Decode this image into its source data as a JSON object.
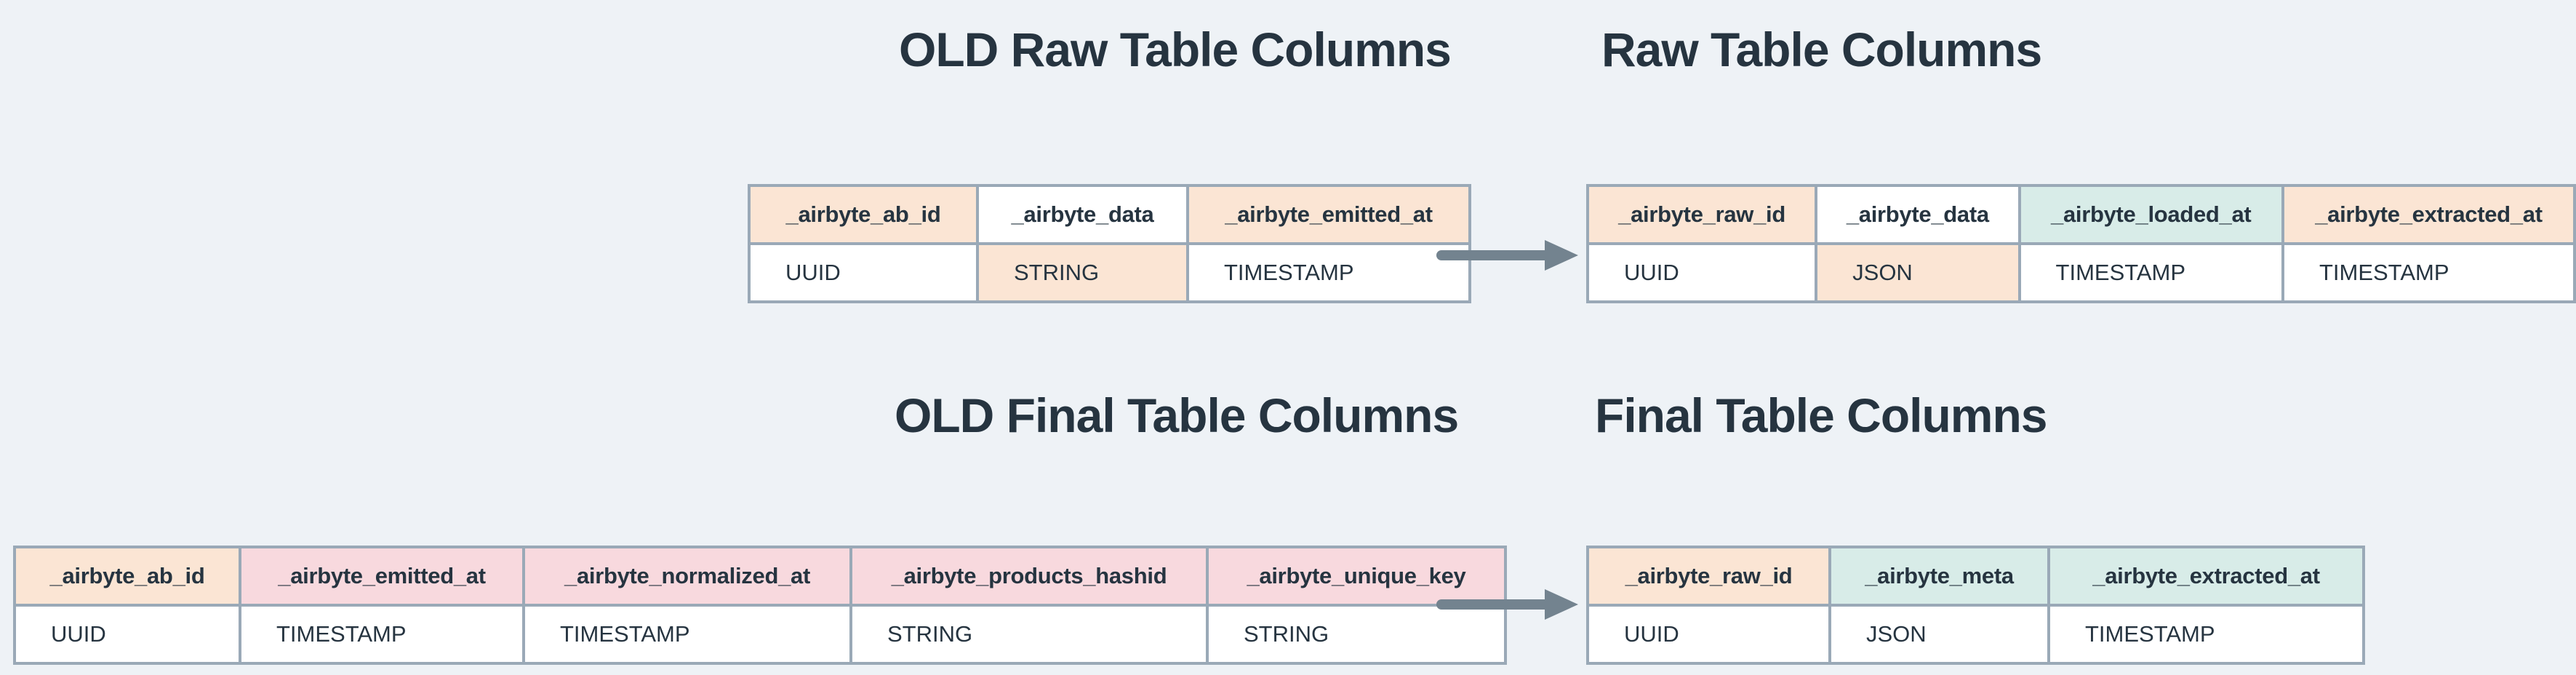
{
  "palette": {
    "background": "#eef2f6",
    "border": "#9aa9b7",
    "text": "#263440",
    "arrow": "#73838f",
    "peach": "#fbe5d4",
    "pink": "#f8d9de",
    "teal": "#d8ece8",
    "white": "#ffffff"
  },
  "titles": {
    "old_raw": "OLD Raw Table Columns",
    "raw": "Raw Table Columns",
    "old_final": "OLD Final Table Columns",
    "final": "Final Table Columns"
  },
  "tables": {
    "old_raw": {
      "columns": [
        {
          "name": "_airbyte_ab_id",
          "type": "UUID",
          "name_bg": "peach",
          "type_bg": "white"
        },
        {
          "name": "_airbyte_data",
          "type": "STRING",
          "name_bg": "white",
          "type_bg": "peach"
        },
        {
          "name": "_airbyte_emitted_at",
          "type": "TIMESTAMP",
          "name_bg": "peach",
          "type_bg": "white"
        }
      ]
    },
    "raw": {
      "columns": [
        {
          "name": "_airbyte_raw_id",
          "type": "UUID",
          "name_bg": "peach",
          "type_bg": "white"
        },
        {
          "name": "_airbyte_data",
          "type": "JSON",
          "name_bg": "white",
          "type_bg": "peach"
        },
        {
          "name": "_airbyte_loaded_at",
          "type": "TIMESTAMP",
          "name_bg": "teal",
          "type_bg": "white"
        },
        {
          "name": "_airbyte_extracted_at",
          "type": "TIMESTAMP",
          "name_bg": "peach",
          "type_bg": "white"
        }
      ]
    },
    "old_final": {
      "columns": [
        {
          "name": "_airbyte_ab_id",
          "type": "UUID",
          "name_bg": "peach",
          "type_bg": "white"
        },
        {
          "name": "_airbyte_emitted_at",
          "type": "TIMESTAMP",
          "name_bg": "pink",
          "type_bg": "white"
        },
        {
          "name": "_airbyte_normalized_at",
          "type": "TIMESTAMP",
          "name_bg": "pink",
          "type_bg": "white"
        },
        {
          "name": "_airbyte_products_hashid",
          "type": "STRING",
          "name_bg": "pink",
          "type_bg": "white"
        },
        {
          "name": "_airbyte_unique_key",
          "type": "STRING",
          "name_bg": "pink",
          "type_bg": "white"
        }
      ]
    },
    "final": {
      "columns": [
        {
          "name": "_airbyte_raw_id",
          "type": "UUID",
          "name_bg": "peach",
          "type_bg": "white"
        },
        {
          "name": "_airbyte_meta",
          "type": "JSON",
          "name_bg": "teal",
          "type_bg": "white"
        },
        {
          "name": "_airbyte_extracted_at",
          "type": "TIMESTAMP",
          "name_bg": "teal",
          "type_bg": "white"
        }
      ]
    }
  }
}
